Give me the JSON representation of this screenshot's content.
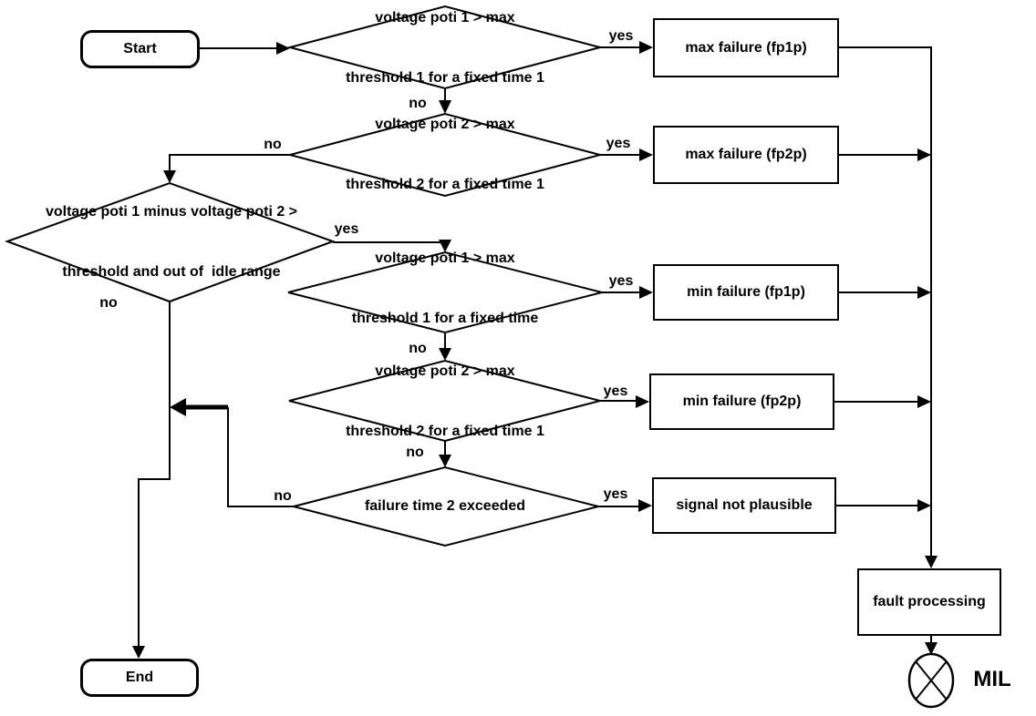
{
  "title": "throttle potentiometer fault detection flowchart",
  "colors": {
    "stroke": "#000000",
    "background": "#ffffff"
  },
  "nodes": {
    "start": {
      "label": "Start"
    },
    "end": {
      "label": "End"
    },
    "decision1": {
      "line1": "voltage poti 1 > max",
      "line2": "threshold 1 for a fixed time 1"
    },
    "decision2": {
      "line1": "voltage poti 2 > max",
      "line2": "threshold 2 for a fixed time 1"
    },
    "decision_plausibility": {
      "line1": "voltage poti 1 minus voltage poti 2 >",
      "line2": "threshold and out of  idle range"
    },
    "decision3": {
      "line1": "voltage poti 1 > max",
      "line2": "threshold 1 for a fixed time"
    },
    "decision4": {
      "line1": "voltage poti 2 > max",
      "line2": "threshold 2 for a fixed time 1"
    },
    "decision5": {
      "label": "failure time 2 exceeded"
    },
    "max_failure_fp1p": {
      "label": "max failure (fp1p)"
    },
    "max_failure_fp2p": {
      "label": "max failure (fp2p)"
    },
    "min_failure_fp1p": {
      "label": "min failure (fp1p)"
    },
    "min_failure_fp2p": {
      "label": "min failure (fp2p)"
    },
    "signal_not_plausible": {
      "label": "signal not plausible"
    },
    "fault_processing": {
      "label": "fault processing"
    },
    "mil": {
      "label": "MIL"
    }
  },
  "edge_labels": {
    "d1_yes": "yes",
    "d1_no": "no",
    "d2_yes": "yes",
    "d2_no": "no",
    "dp_yes": "yes",
    "dp_no": "no",
    "d3_yes": "yes",
    "d3_no": "no",
    "d4_yes": "yes",
    "d4_no": "no",
    "d5_yes": "yes",
    "d5_no": "no"
  }
}
